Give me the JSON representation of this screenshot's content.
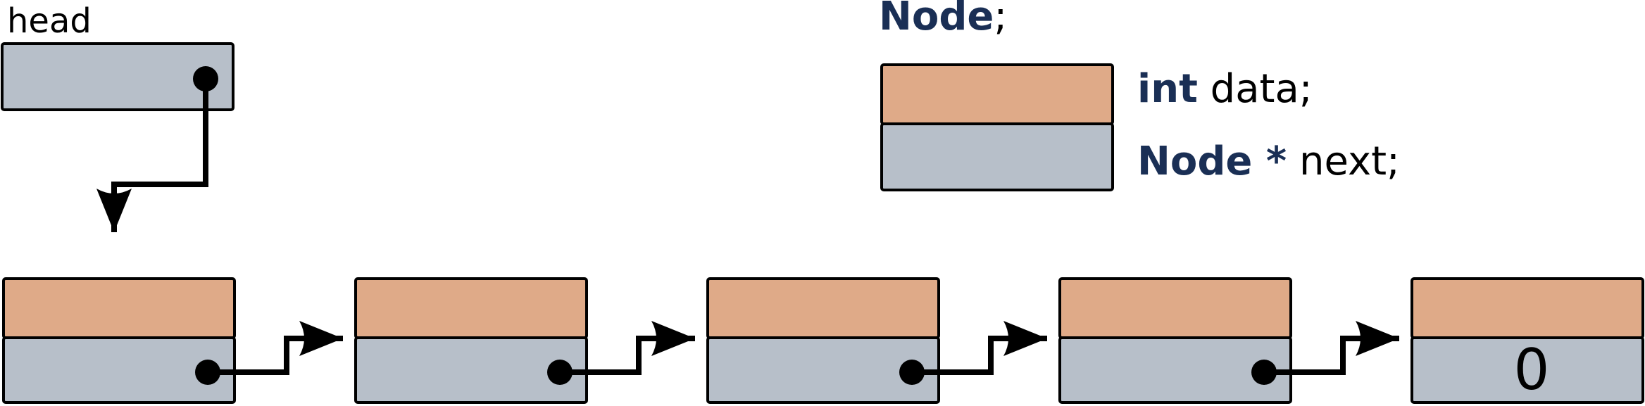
{
  "head_label": "head",
  "legend": {
    "type_name": "Node",
    "type_suffix": ";",
    "field1_type": "int",
    "field1_name": " data;",
    "field2_type": "Node",
    "field2_star": " *",
    "field2_name": " next;"
  },
  "list": {
    "node_count": 5,
    "terminal_value": "0"
  },
  "colors": {
    "data_field": "#dfaa88",
    "pointer_field": "#b7bfc9",
    "keyword": "#1a2f55",
    "stroke": "#000000"
  }
}
